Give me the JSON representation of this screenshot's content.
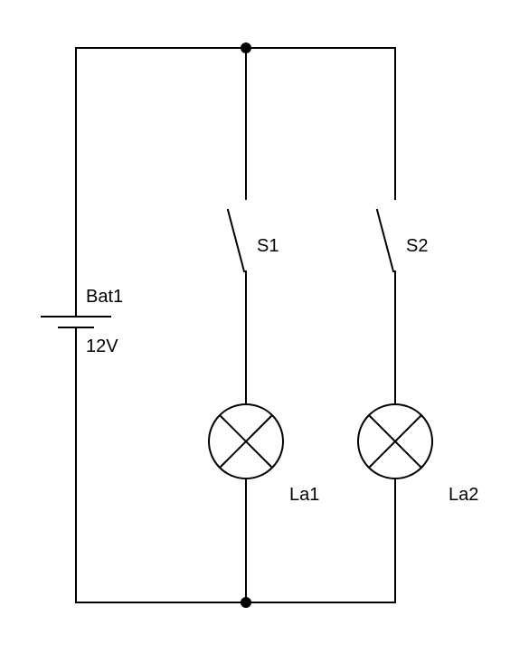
{
  "battery": {
    "name": "Bat1",
    "voltage": "12V"
  },
  "switches": [
    {
      "name": "S1"
    },
    {
      "name": "S2"
    }
  ],
  "lamps": [
    {
      "name": "La1"
    },
    {
      "name": "La2"
    }
  ],
  "colors": {
    "stroke": "#000000",
    "background": "#ffffff"
  }
}
